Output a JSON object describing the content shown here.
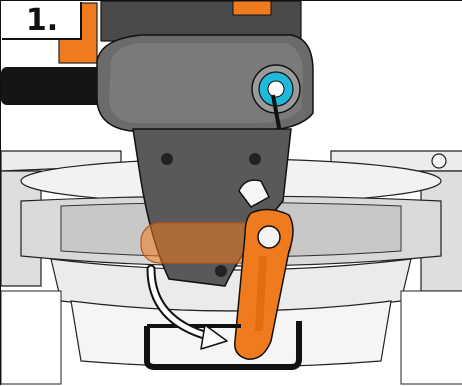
{
  "step": {
    "number": "1."
  },
  "colors": {
    "accent_orange": "#f07a1e",
    "highlight_cyan": "#22c6e6",
    "housing_dark": "#5a5a5a",
    "housing_light": "#e9e9e9",
    "outline": "#111111",
    "stop_bracket": "#1a1a1a"
  },
  "icons": {
    "motion_arrow": "curved-arrow-down-right",
    "pivot": "screw-head"
  }
}
